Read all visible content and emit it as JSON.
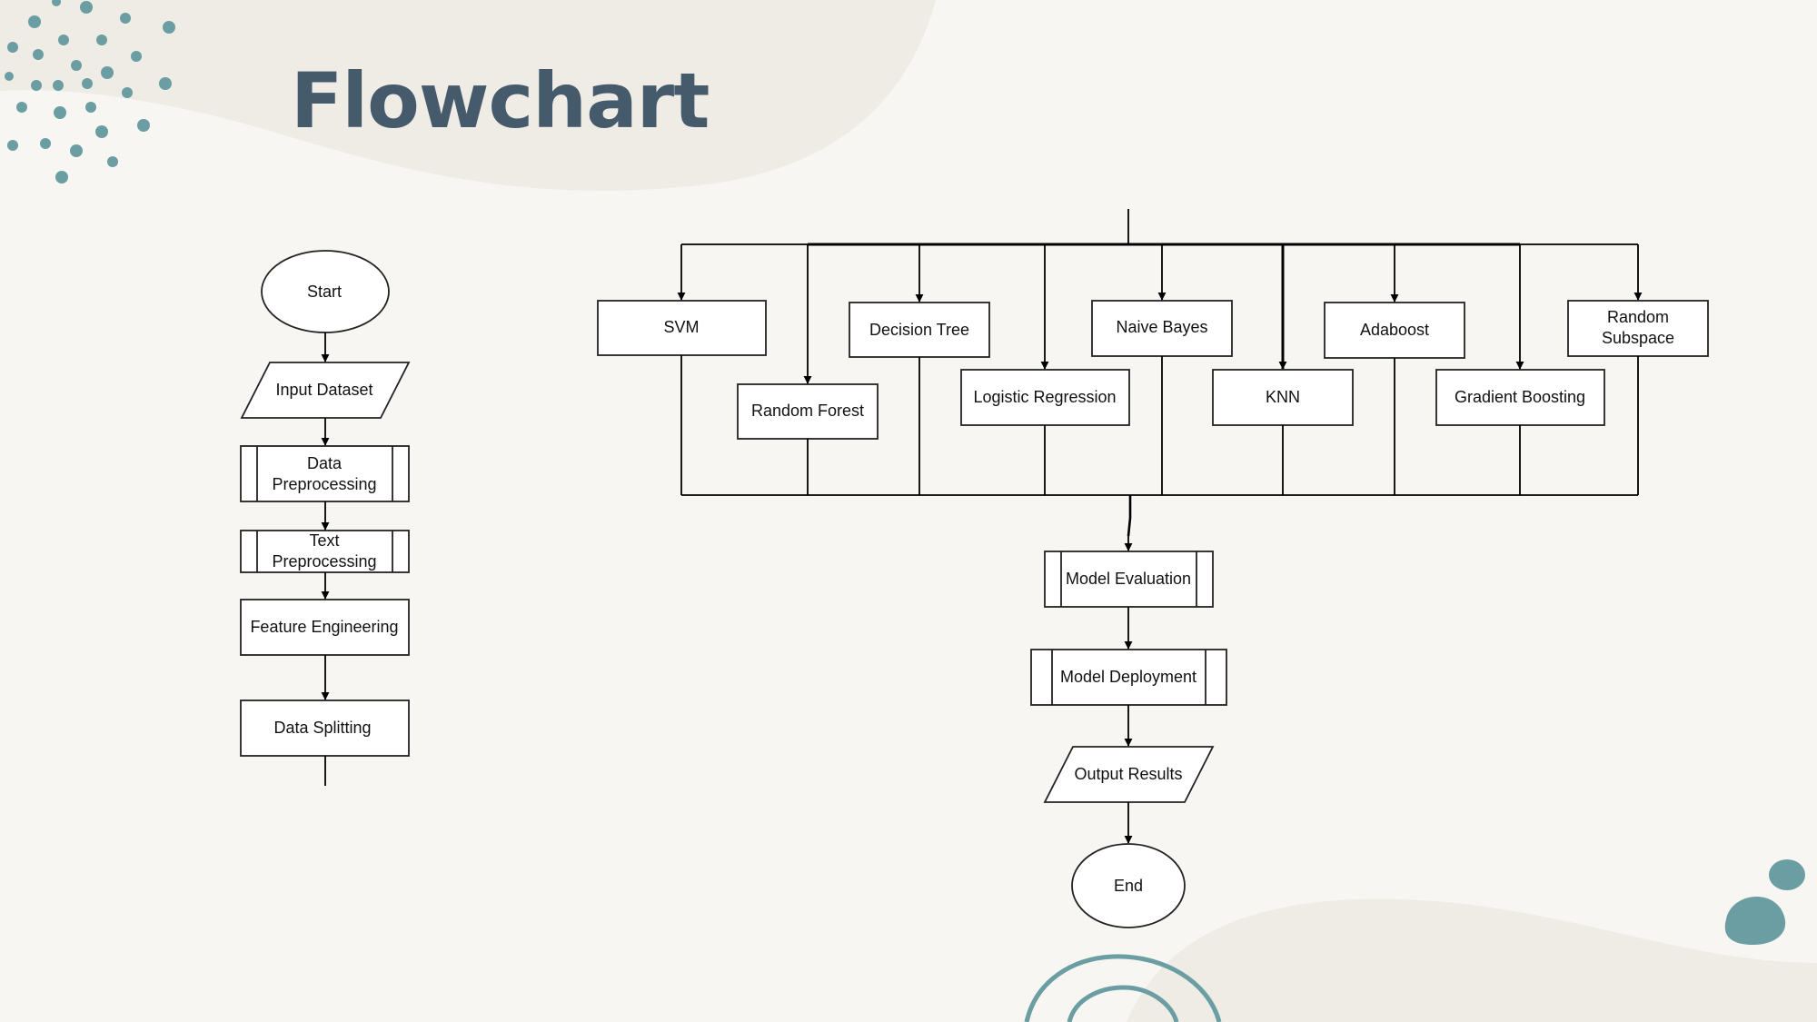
{
  "slide": {
    "title": "Flowchart",
    "colors": {
      "title": "#455a6b",
      "accent": "#6b9ea3",
      "background": "#f8f6f2",
      "blob": "#efebe5",
      "stroke": "#222222"
    }
  },
  "left_flow": {
    "start": "Start",
    "input_dataset": "Input Dataset",
    "data_preprocessing": [
      "Data",
      "Preprocessing"
    ],
    "text_preprocessing": [
      "Text",
      "Preprocessing"
    ],
    "feature_engineering": "Feature Engineering",
    "data_splitting": "Data Splitting"
  },
  "models": {
    "svm": "SVM",
    "random_forest": "Random Forest",
    "decision_tree": "Decision Tree",
    "logistic_regression": "Logistic Regression",
    "naive_bayes": "Naive Bayes",
    "knn": "KNN",
    "adaboost": "Adaboost",
    "gradient_boosting": "Gradient Boosting",
    "random_subspace": [
      "Random",
      "Subspace"
    ]
  },
  "right_flow": {
    "model_evaluation": "Model Evaluation",
    "model_deployment": "Model Deployment",
    "output_results": "Output Results",
    "end": "End"
  }
}
